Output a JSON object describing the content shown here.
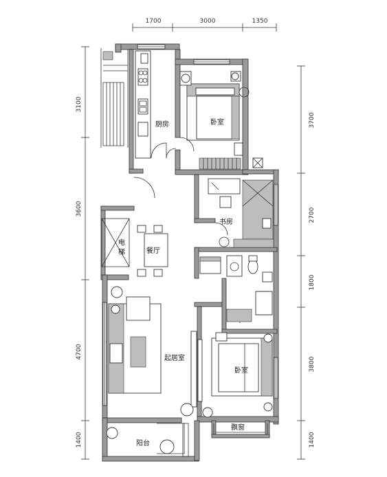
{
  "dimensions": {
    "top": [
      "1700",
      "3000",
      "1350"
    ],
    "left": [
      "3100",
      "3600",
      "4700",
      "1400"
    ],
    "right": [
      "3700",
      "2700",
      "1800",
      "3800",
      "1400"
    ]
  },
  "rooms": {
    "kitchen": "厨房",
    "bedroom_north": "卧室",
    "study": "书房",
    "elevator_1": "电",
    "elevator_2": "梯",
    "dining": "餐厅",
    "living": "起居室",
    "bedroom_south": "卧室",
    "bay_window": "飘窗",
    "balcony": "阳台"
  }
}
